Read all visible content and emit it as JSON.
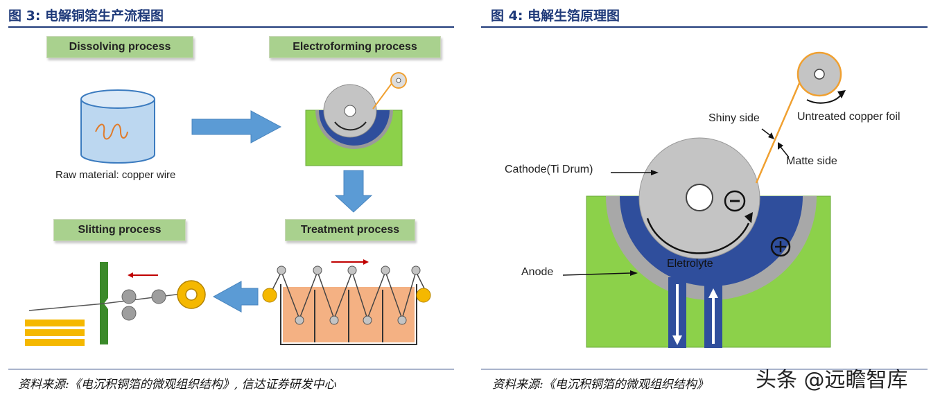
{
  "figure3": {
    "title": "图 3: 电解铜箔生产流程图",
    "boxes": {
      "dissolving": "Dissolving process",
      "electroforming": "Electroforming process",
      "slitting": "Slitting process",
      "treatment": "Treatment process"
    },
    "raw_material_label": "Raw material: copper wire",
    "source": "资料来源:《电沉积铜箔的微观组织结构》, 信达证券研发中心"
  },
  "figure4": {
    "title": "图 4: 电解生箔原理图",
    "labels": {
      "shiny_side": "Shiny side",
      "untreated": "Untreated copper foil",
      "matte_side": "Matte side",
      "cathode": "Cathode(Ti Drum)",
      "anode": "Anode",
      "electrolyte": "Eletrolyte",
      "minus": "−",
      "plus": "+"
    },
    "source": "资料来源:《电沉积铜箔的微观组织结构》"
  },
  "watermark": "头条 @远瞻智库",
  "colors": {
    "title_blue": "#1f3a7a",
    "box_green": "#a9d18e",
    "tank_green": "#8cd14a",
    "electrolyte_blue": "#2f4e9c",
    "arrow_blue": "#5b9bd5",
    "drum_gray": "#c4c4c4",
    "foil_orange": "#f0a030",
    "spool_yellow": "#f5b800",
    "bath_orange": "#f4b183",
    "red_arrow": "#c00000"
  }
}
